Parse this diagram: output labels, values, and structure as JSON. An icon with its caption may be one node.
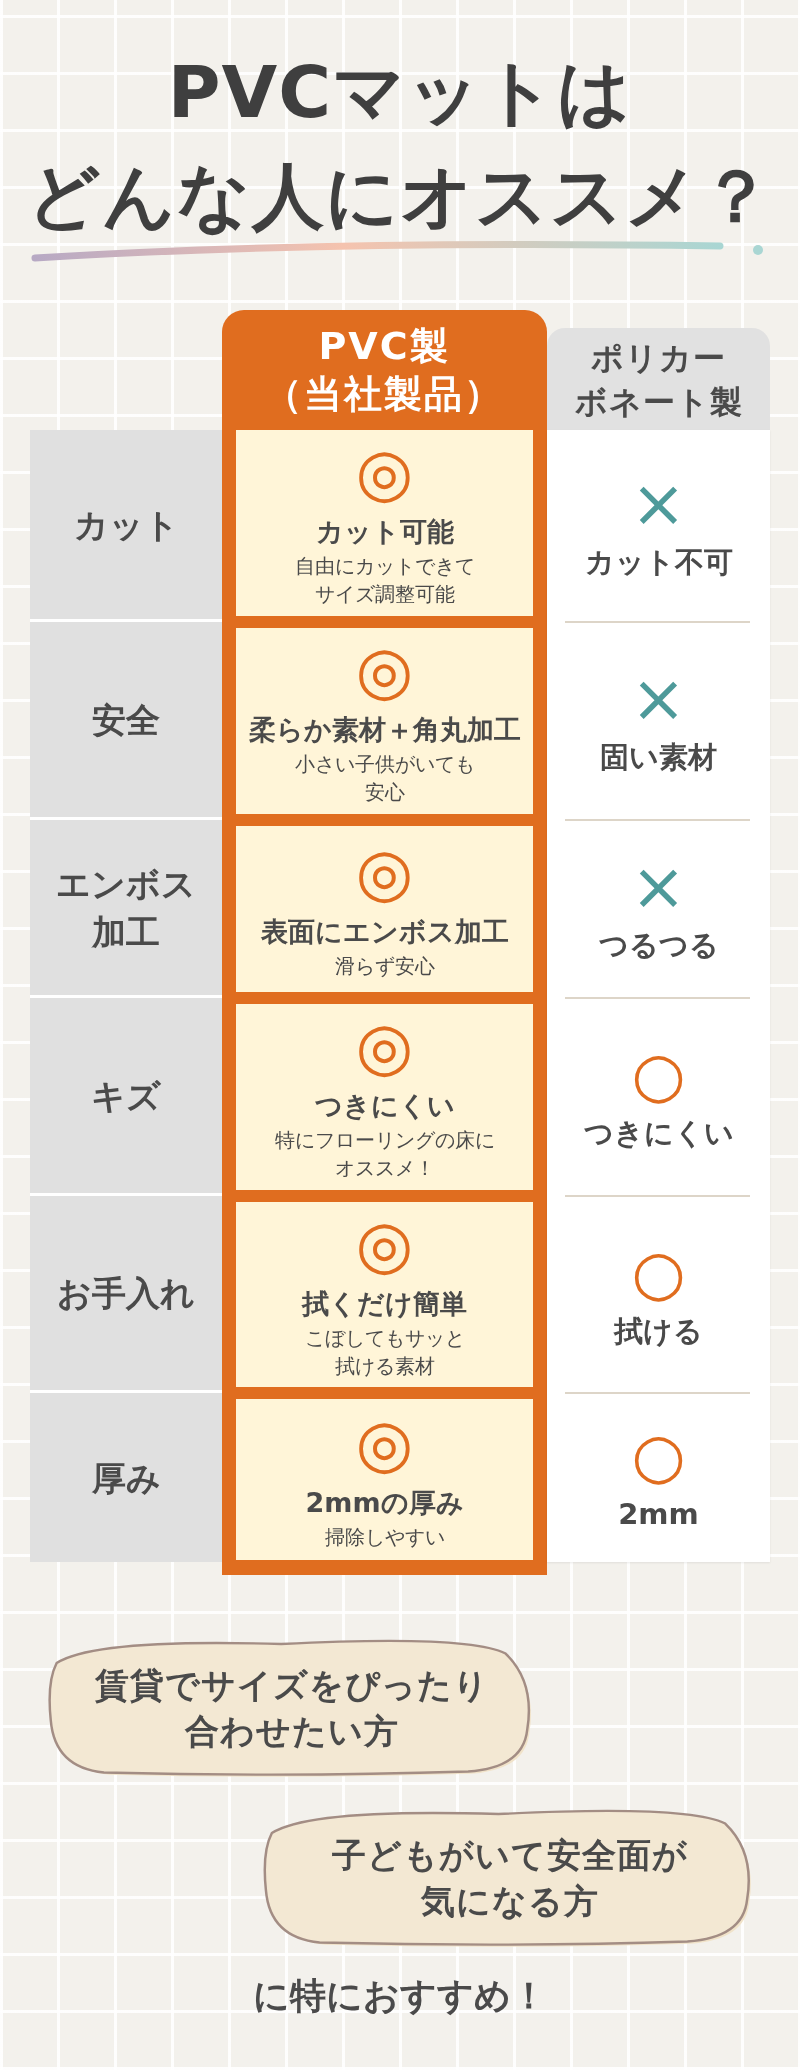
{
  "diagram": {
    "title": "PVCマットはどんな人にオススメ？",
    "nodes": [
      {
        "text": [
          "賃貸でサイズをぴったり合わせたい方"
        ]
      },
      {
        "text": [
          "子どもがいて安全面が気になる方"
        ]
      }
    ],
    "labels": [
      "PVC製（当社製品）",
      "ポリカーボネート製",
      "カット",
      "◎",
      "カット可能",
      "自由にカットできてサイズ調整可能",
      "×",
      "カット不可",
      "安全",
      "◎",
      "柔らか素材＋角丸加工",
      "小さい子供がいても安心",
      "×",
      "固い素材",
      "エンボス加工",
      "◎",
      "表面にエンボス加工",
      "滑らず安心",
      "×",
      "つるつる",
      "キズ",
      "◎",
      "つきにくい",
      "特にフローリングの床にオススメ！",
      "○",
      "つきにくい",
      "お手入れ",
      "◎",
      "拭くだけ簡単",
      "こぼしてもサッと拭ける素材",
      "○",
      "拭ける",
      "厚み",
      "◎",
      "2mmの厚み",
      "掃除しやすい",
      "○",
      "2mm",
      "に特におすすめ！"
    ]
  }
}
